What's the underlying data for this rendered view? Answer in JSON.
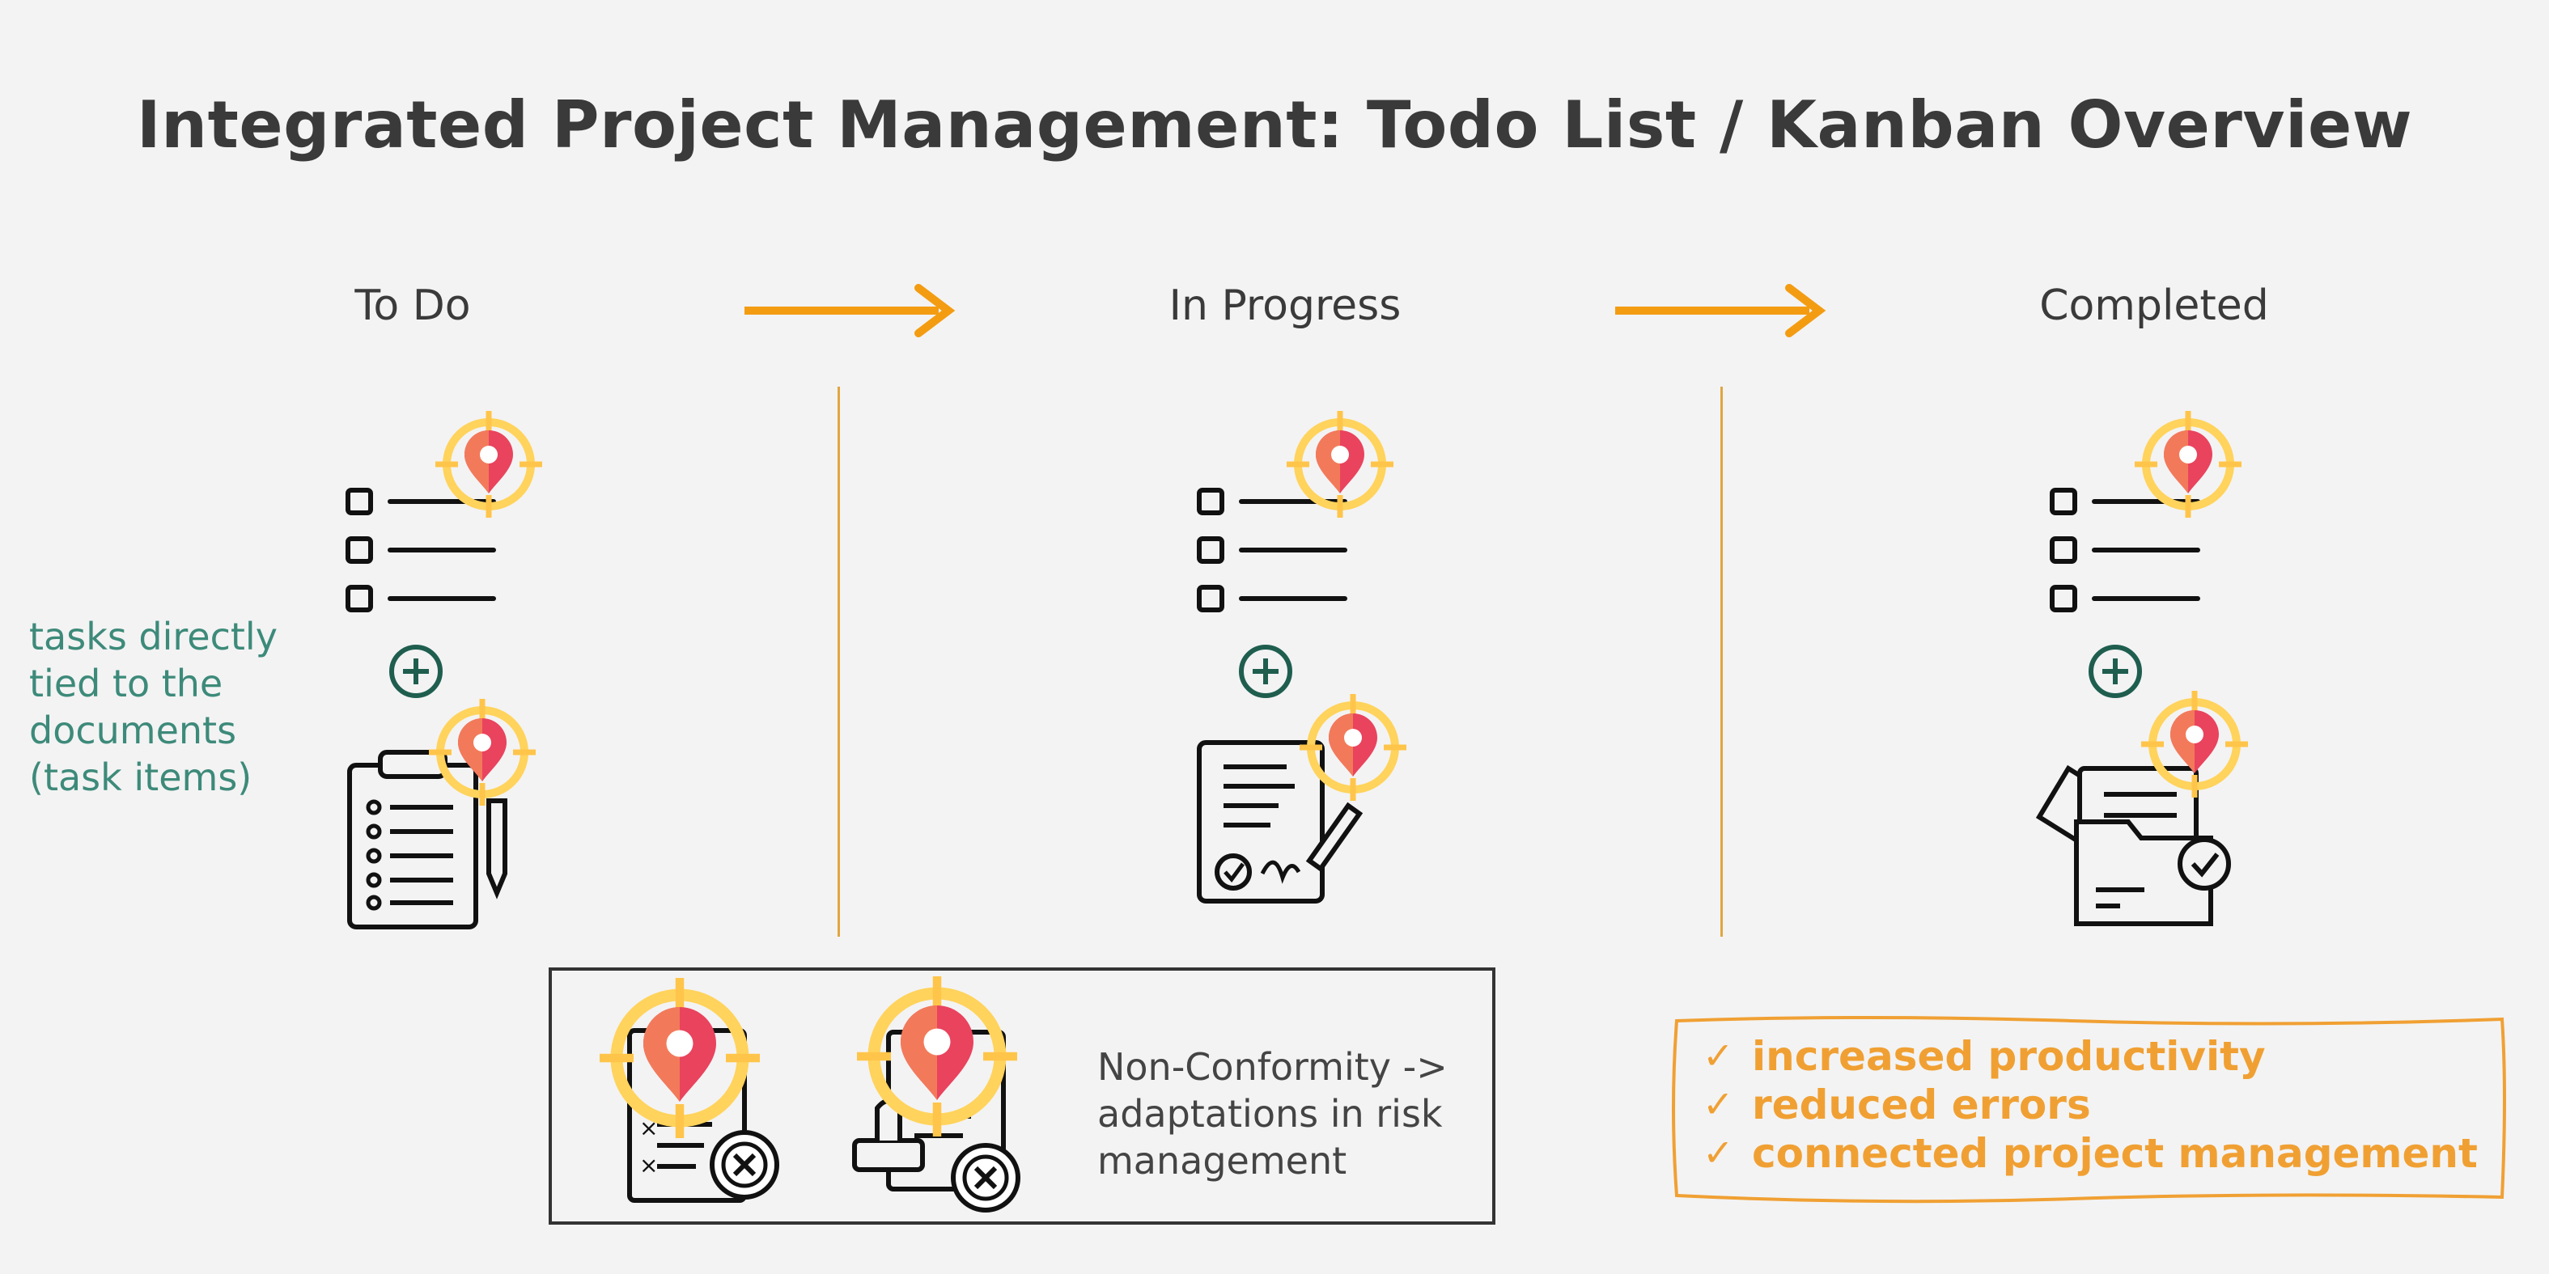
{
  "title": "Integrated Project Management: Todo List / Kanban Overview",
  "columns": [
    {
      "label": "To Do"
    },
    {
      "label": "In Progress"
    },
    {
      "label": "Completed"
    }
  ],
  "side_note": "tasks directly tied to the documents (task items)",
  "non_conformity": "Non-Conformity -> adaptations in risk management",
  "benefits": [
    "increased productivity",
    "reduced errors",
    "connected project management"
  ],
  "colors": {
    "arrow": "#f39c12",
    "divider": "#e0a640",
    "accent_teal": "#1f5e4f",
    "benefit": "#f0a033",
    "target_ring": "#ffd35c",
    "pin": "#e9435e"
  }
}
